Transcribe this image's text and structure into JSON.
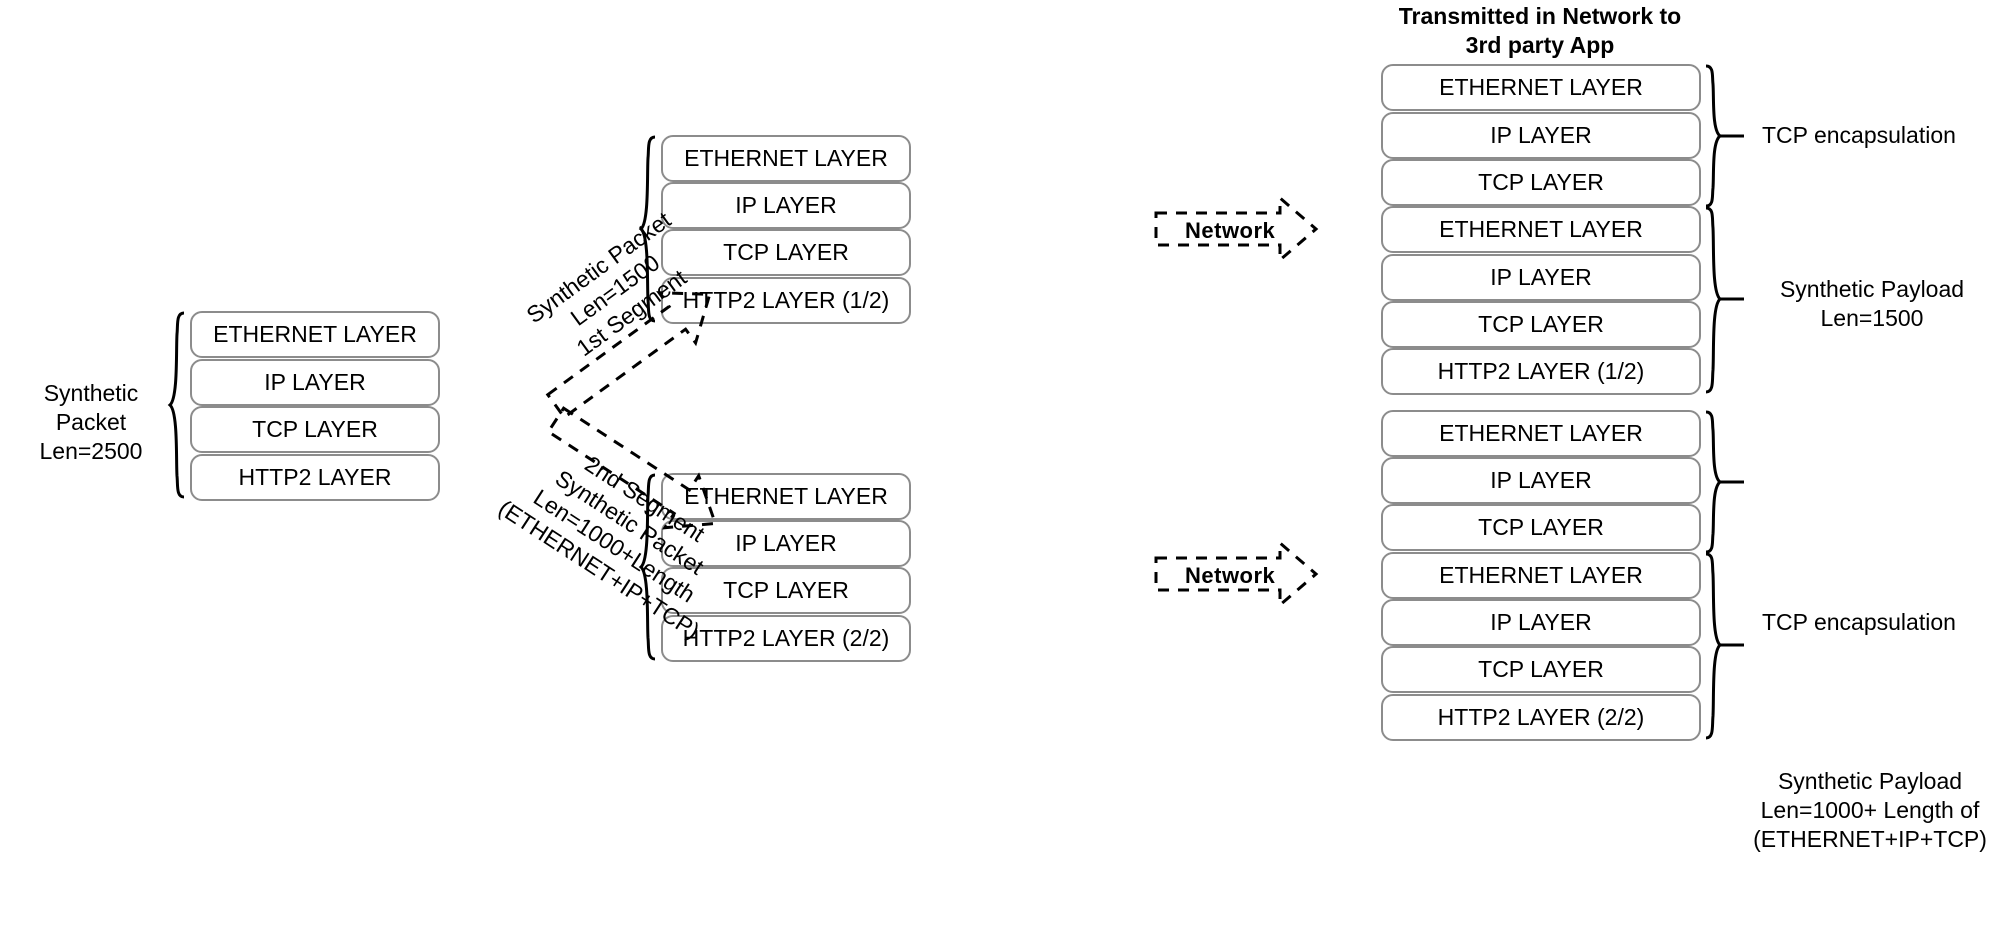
{
  "diagram": {
    "title_header": "Transmitted in Network to\n3rd party App",
    "source_stack": {
      "label": "Synthetic Packet\nLen=2500",
      "layers": [
        "ETHERNET LAYER",
        "IP LAYER",
        "TCP LAYER",
        "HTTP2 LAYER"
      ]
    },
    "segment1_stack": {
      "layers": [
        "ETHERNET LAYER",
        "IP LAYER",
        "TCP LAYER",
        "HTTP2 LAYER (1/2)"
      ]
    },
    "segment2_stack": {
      "layers": [
        "ETHERNET LAYER",
        "IP LAYER",
        "TCP LAYER",
        "HTTP2 LAYER (2/2)"
      ]
    },
    "received1_stack": {
      "layers": [
        "ETHERNET LAYER",
        "IP LAYER",
        "TCP LAYER",
        "ETHERNET LAYER",
        "IP LAYER",
        "TCP LAYER",
        "HTTP2 LAYER (1/2)"
      ],
      "bracket_top_label": "TCP encapsulation",
      "bracket_bottom_label": "Synthetic Payload\nLen=1500"
    },
    "received2_stack": {
      "layers": [
        "ETHERNET LAYER",
        "IP LAYER",
        "TCP LAYER",
        "ETHERNET LAYER",
        "IP LAYER",
        "TCP LAYER",
        "HTTP2 LAYER (2/2)"
      ],
      "bracket_top_label": "TCP encapsulation",
      "bracket_bottom_label": "Synthetic Payload\nLen=1000+ Length of\n(ETHERNET+IP+TCP)"
    },
    "arrow1_label": "Synthetic Packet\nLen=1500\n1st Segment",
    "arrow2_label": "2nd Segment\nSynthetic Packet\nLen=1000+Length\n(ETHERNET+IP+TCP)",
    "network_arrow_top_label": "Network",
    "network_arrow_bottom_label": "Network",
    "colors": {
      "box_border": "#8c8c8c",
      "text": "#000000",
      "background": "#ffffff",
      "bracket": "#000000"
    }
  }
}
